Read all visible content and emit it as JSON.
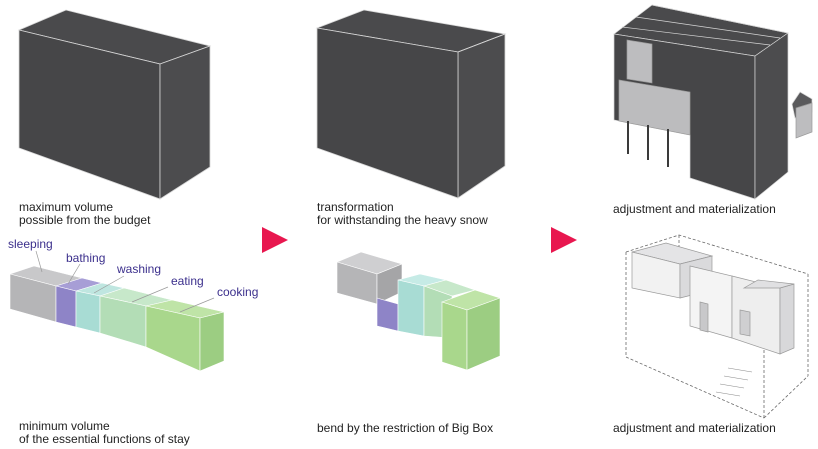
{
  "colors": {
    "mass": "#4a4a4c",
    "edge": "#d6d6d6",
    "arrow": "#e8174f",
    "label": "#3b2f8c",
    "sleeping": "#b5b5b7",
    "bathing": "#8e84c7",
    "washing": "#a8dcd4",
    "eating": "#b3ddb6",
    "cooking": "#a9d78c"
  },
  "captions": {
    "top_left_line1": "maximum volume",
    "top_left_line2": "possible from the budget",
    "top_mid_line1": "transformation",
    "top_mid_line2": "for withstanding the heavy snow",
    "top_right": "adjustment and materialization",
    "bottom_left_line1": "minimum volume",
    "bottom_left_line2": "of the essential functions of stay",
    "bottom_mid": "bend by the restriction of Big Box",
    "bottom_right": "adjustment and materialization"
  },
  "functions": {
    "sleeping": "sleeping",
    "bathing": "bathing",
    "washing": "washing",
    "eating": "eating",
    "cooking": "cooking"
  },
  "icons": {
    "step_arrow_1": "right-triangle-arrow",
    "step_arrow_2": "right-triangle-arrow"
  }
}
